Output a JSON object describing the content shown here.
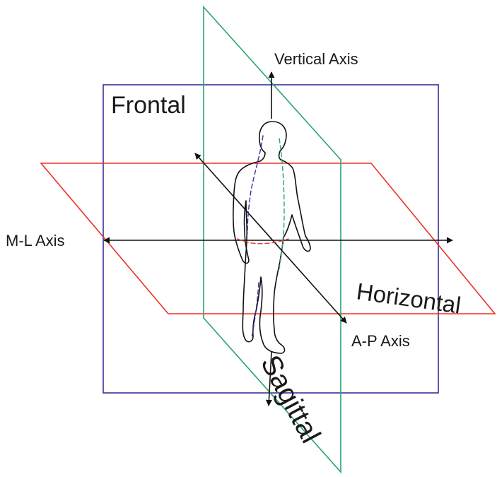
{
  "diagram": {
    "labels": {
      "frontal": "Frontal",
      "horizontal": "Horizontal",
      "sagittal": "Sagittal",
      "vertical_axis": "Vertical Axis",
      "ml_axis": "M-L Axis",
      "ap_axis": "A-P Axis"
    },
    "colors": {
      "frontal_plane": "#3b2f9a",
      "horizontal_plane": "#ee3124",
      "sagittal_plane": "#2aa36a",
      "axes": "#111111",
      "figure": "#111111",
      "figure_dashed_horizontal": "#ee3124",
      "figure_dashed_sagittal": "#2aa36a",
      "figure_dashed_frontal": "#3b2f9a"
    }
  }
}
